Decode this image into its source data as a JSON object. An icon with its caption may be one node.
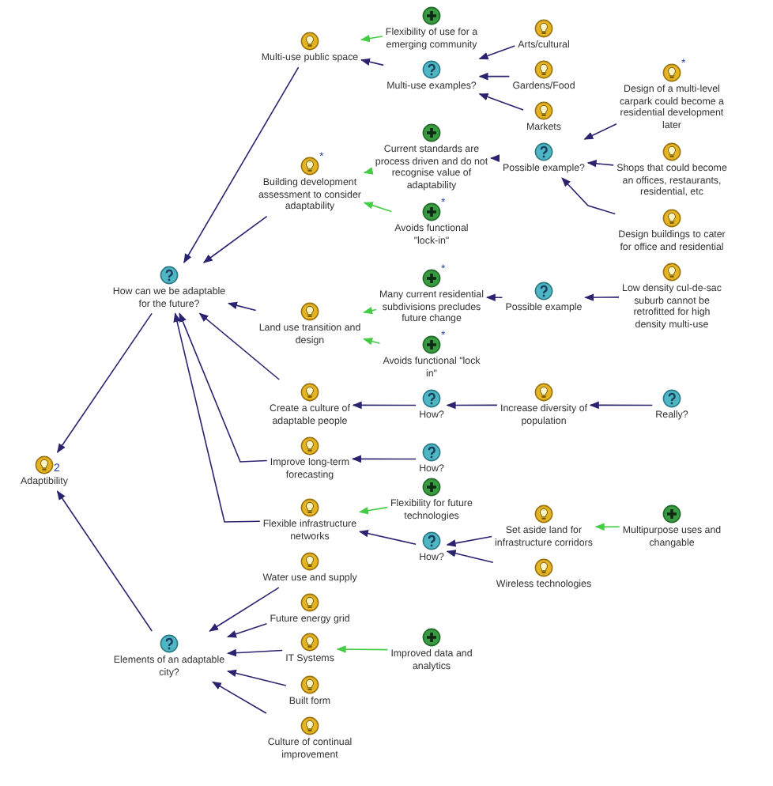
{
  "diagram": {
    "nodes": [
      {
        "text": [
          "Adaptibility"
        ],
        "beside": [
          "2"
        ]
      },
      {
        "text": [
          "How can we be adaptable for the future?"
        ]
      },
      {
        "text": [
          "Elements of an adaptable city?"
        ]
      },
      {
        "text": [
          "Multi-use public space"
        ]
      },
      {
        "text": [
          "Building development assessment to consider adaptability"
        ],
        "beside": [
          "*"
        ]
      },
      {
        "text": [
          "Land use transition and design"
        ]
      },
      {
        "text": [
          "Create a culture of adaptable people"
        ]
      },
      {
        "text": [
          "Improve long-term forecasting"
        ]
      },
      {
        "text": [
          "Flexible infrastructure networks"
        ]
      },
      {
        "text": [
          "Water use and supply"
        ]
      },
      {
        "text": [
          "Future energy grid"
        ]
      },
      {
        "text": [
          "IT Systems"
        ]
      },
      {
        "text": [
          "Built form"
        ]
      },
      {
        "text": [
          "Culture of continual improvement"
        ]
      },
      {
        "text": [
          "Flexibility of use for a emerging community"
        ]
      },
      {
        "text": [
          "Multi-use examples?"
        ]
      },
      {
        "text": [
          "Arts/cultural"
        ]
      },
      {
        "text": [
          "Gardens/Food"
        ]
      },
      {
        "text": [
          "Markets"
        ]
      },
      {
        "text": [
          "Current standards are process driven and do not recognise value of adaptability"
        ]
      },
      {
        "text": [
          "Possible example?"
        ]
      },
      {
        "text": [
          "Design of a multi-level carpark could become a residential development later"
        ],
        "beside": [
          "*"
        ]
      },
      {
        "text": [
          "Shops that could become an offices, restaurants, residential, etc"
        ]
      },
      {
        "text": [
          "Design buildings to cater for office and residential"
        ]
      },
      {
        "text": [
          "Avoids functional \"lock-in\""
        ],
        "beside": [
          "*"
        ]
      },
      {
        "text": [
          "Many current residential subdivisions precludes future change"
        ],
        "beside": [
          "*"
        ]
      },
      {
        "text": [
          "Possible example"
        ]
      },
      {
        "text": [
          "Low density cul-de-sac suburb cannot be retrofitted for high density multi-use"
        ]
      },
      {
        "text": [
          "Avoids functional \"lock in\""
        ],
        "beside": [
          "*"
        ]
      },
      {
        "text": [
          "How?"
        ]
      },
      {
        "text": [
          "Increase diversity of population"
        ]
      },
      {
        "text": [
          "Really?"
        ]
      },
      {
        "text": [
          "How?"
        ]
      },
      {
        "text": [
          "Flexibility for future technologies"
        ]
      },
      {
        "text": [
          "How?"
        ]
      },
      {
        "text": [
          "Set aside land for infrastructure corridors"
        ]
      },
      {
        "text": [
          "Multipurpose uses and changable"
        ]
      },
      {
        "text": [
          "Wireless technologies"
        ]
      },
      {
        "text": [
          "Improved data and analytics"
        ]
      }
    ],
    "edges": [
      {
        "from": 1,
        "to": 0,
        "arrow": "to"
      },
      {
        "from": 2,
        "to": 0,
        "arrow": "to"
      },
      {
        "from": 3,
        "to": 1,
        "arrow": "to"
      },
      {
        "from": 4,
        "to": 1,
        "arrow": "to"
      },
      {
        "from": 5,
        "to": 1,
        "arrow": "to"
      },
      {
        "from": 6,
        "to": 1,
        "arrow": "to"
      },
      {
        "from": 7,
        "to": 1,
        "arrow": "to"
      },
      {
        "from": 8,
        "to": 1,
        "arrow": "to"
      },
      {
        "from": 9,
        "to": 2,
        "arrow": "to"
      },
      {
        "from": 10,
        "to": 2,
        "arrow": "to"
      },
      {
        "from": 11,
        "to": 2,
        "arrow": "to"
      },
      {
        "from": 12,
        "to": 2,
        "arrow": "to"
      },
      {
        "from": 13,
        "to": 2,
        "arrow": "to"
      },
      {
        "from": 14,
        "to": 3,
        "arrow": "to",
        "color": "#44cc44"
      },
      {
        "from": 15,
        "to": 3,
        "arrow": "to"
      },
      {
        "from": 16,
        "to": 15,
        "arrow": "to"
      },
      {
        "from": 17,
        "to": 15,
        "arrow": "to"
      },
      {
        "from": 18,
        "to": 15,
        "arrow": "to"
      },
      {
        "from": 19,
        "to": 4,
        "arrow": "to",
        "color": "#44cc44"
      },
      {
        "from": 24,
        "to": 4,
        "arrow": "to",
        "color": "#44cc44"
      },
      {
        "from": 20,
        "to": 19,
        "arrow": "to"
      },
      {
        "from": 21,
        "to": 20,
        "arrow": "to"
      },
      {
        "from": 22,
        "to": 20,
        "arrow": "to"
      },
      {
        "from": 23,
        "to": 20,
        "arrow": "to"
      },
      {
        "from": 25,
        "to": 5,
        "arrow": "to",
        "color": "#44cc44"
      },
      {
        "from": 28,
        "to": 5,
        "arrow": "to",
        "color": "#44cc44"
      },
      {
        "from": 26,
        "to": 25,
        "arrow": "to"
      },
      {
        "from": 27,
        "to": 26,
        "arrow": "to"
      },
      {
        "from": 29,
        "to": 6,
        "arrow": "to"
      },
      {
        "from": 30,
        "to": 29,
        "arrow": "to"
      },
      {
        "from": 31,
        "to": 30,
        "arrow": "to"
      },
      {
        "from": 32,
        "to": 7,
        "arrow": "to"
      },
      {
        "from": 33,
        "to": 8,
        "arrow": "to",
        "color": "#44cc44"
      },
      {
        "from": 34,
        "to": 8,
        "arrow": "to"
      },
      {
        "from": 35,
        "to": 34,
        "arrow": "to"
      },
      {
        "from": 37,
        "to": 34,
        "arrow": "to"
      },
      {
        "from": 36,
        "to": 35,
        "arrow": "to",
        "color": "#44cc44"
      },
      {
        "from": 38,
        "to": 11,
        "arrow": "to",
        "color": "#44cc44"
      }
    ]
  }
}
